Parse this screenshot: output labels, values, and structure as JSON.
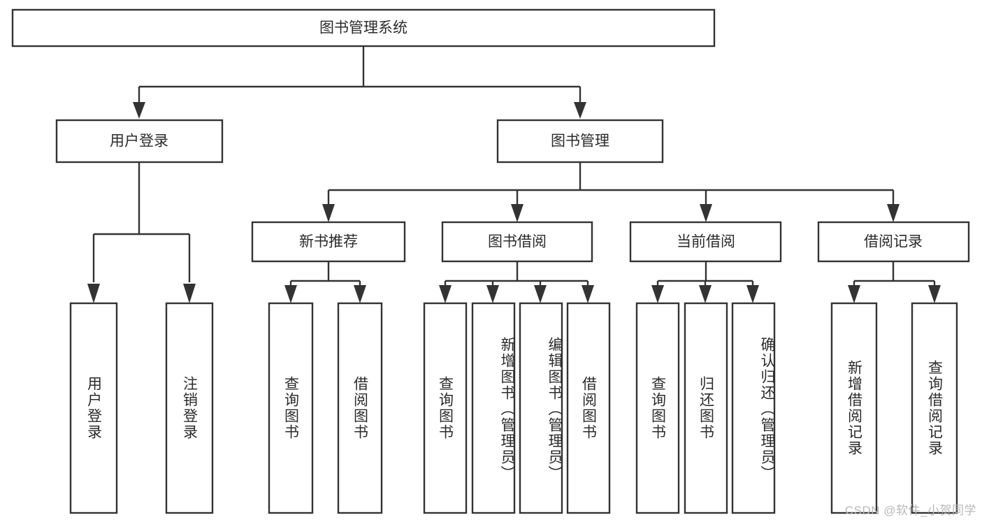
{
  "diagram": {
    "title_node": {
      "label": "图书管理系统"
    },
    "level2": [
      {
        "id": "user-login",
        "label": "用户登录"
      },
      {
        "id": "book-management",
        "label": "图书管理"
      }
    ],
    "level3": [
      {
        "id": "new-book-recommend",
        "label": "新书推荐"
      },
      {
        "id": "book-borrow",
        "label": "图书借阅"
      },
      {
        "id": "current-borrow",
        "label": "当前借阅"
      },
      {
        "id": "borrow-record",
        "label": "借阅记录"
      }
    ],
    "leaves": {
      "user_login": [
        {
          "id": "leaf-user-login",
          "label": "用户登录"
        },
        {
          "id": "leaf-logout-login",
          "label": "注销登录"
        }
      ],
      "new_book_recommend": [
        {
          "id": "leaf-query-book-1",
          "label": "查询图书"
        },
        {
          "id": "leaf-borrow-book-1",
          "label": "借阅图书"
        }
      ],
      "book_borrow": [
        {
          "id": "leaf-query-book-2",
          "label": "查询图书"
        },
        {
          "id": "leaf-add-book",
          "label": "新增图书（管理员）"
        },
        {
          "id": "leaf-edit-book",
          "label": "编辑图书（管理员）"
        },
        {
          "id": "leaf-borrow-book-2",
          "label": "借阅图书"
        }
      ],
      "current_borrow": [
        {
          "id": "leaf-query-book-3",
          "label": "查询图书"
        },
        {
          "id": "leaf-return-book",
          "label": "归还图书"
        },
        {
          "id": "leaf-confirm-return",
          "label": "确认归还（管理员）"
        }
      ],
      "borrow_record": [
        {
          "id": "leaf-add-record",
          "label": "新增借阅记录"
        },
        {
          "id": "leaf-query-record",
          "label": "查询借阅记录"
        }
      ]
    },
    "colors": {
      "stroke": "#333333",
      "fill": "#ffffff",
      "text": "#2b2b2b",
      "background": "#ffffff",
      "watermark": "#b9b9b9"
    }
  },
  "watermark": {
    "text": "CSDN @软件_小贺同学"
  }
}
